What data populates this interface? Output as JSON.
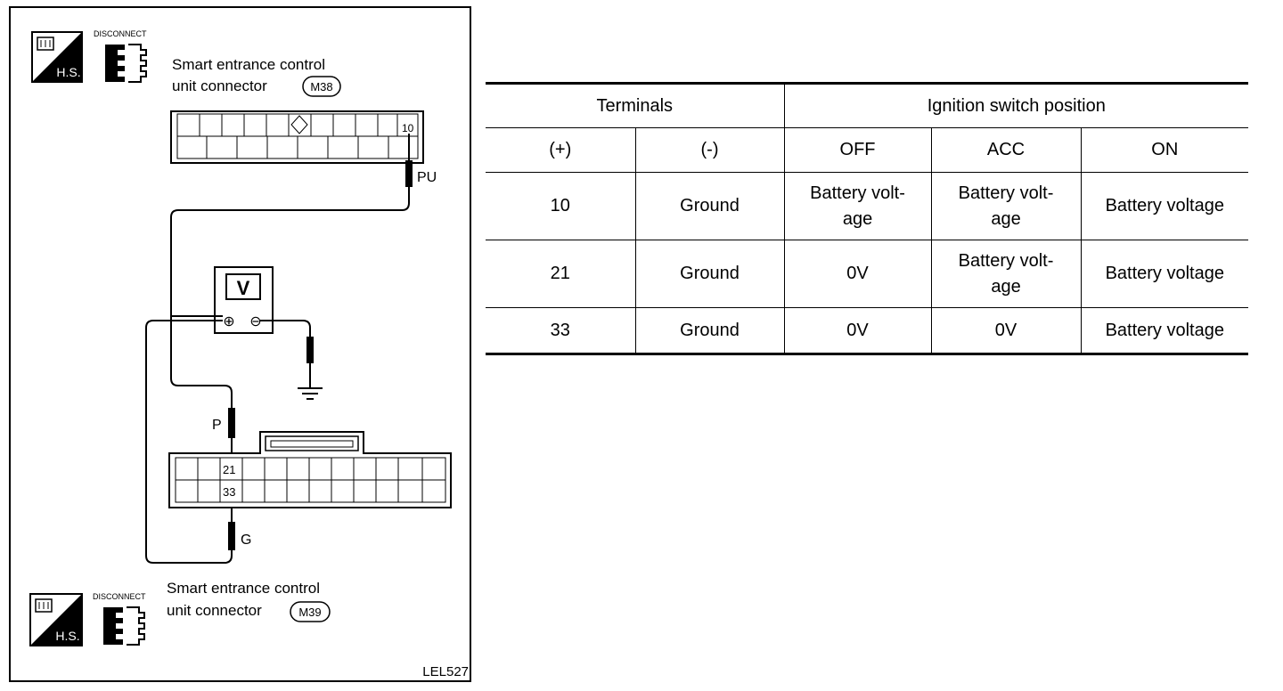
{
  "top_connector": {
    "badge_label": "H.S.",
    "disconnect_label": "DISCONNECT",
    "caption_line1": "Smart entrance control",
    "caption_line2": "unit connector",
    "connector_id": "M38",
    "terminal": "10",
    "wire_color": "PU"
  },
  "meter": {
    "symbol": "V",
    "plus": "⊕",
    "minus": "⊖"
  },
  "bottom_harness": {
    "probe_upper_color": "P",
    "probe_lower_color": "G",
    "terminal_upper": "21",
    "terminal_lower": "33"
  },
  "bottom_connector": {
    "badge_label": "H.S.",
    "disconnect_label": "DISCONNECT",
    "caption_line1": "Smart entrance control",
    "caption_line2": "unit connector",
    "connector_id": "M39"
  },
  "figure_code": "LEL527",
  "table": {
    "header_terminals": "Terminals",
    "header_ignition": "Ignition switch position",
    "subheaders": [
      "(+)",
      "(-)",
      "OFF",
      "ACC",
      "ON"
    ],
    "rows": [
      {
        "plus": "10",
        "minus": "Ground",
        "off": "Battery volt-\nage",
        "acc": "Battery volt-\nage",
        "on": "Battery voltage"
      },
      {
        "plus": "21",
        "minus": "Ground",
        "off": "0V",
        "acc": "Battery volt-\nage",
        "on": "Battery voltage"
      },
      {
        "plus": "33",
        "minus": "Ground",
        "off": "0V",
        "acc": "0V",
        "on": "Battery voltage"
      }
    ]
  }
}
